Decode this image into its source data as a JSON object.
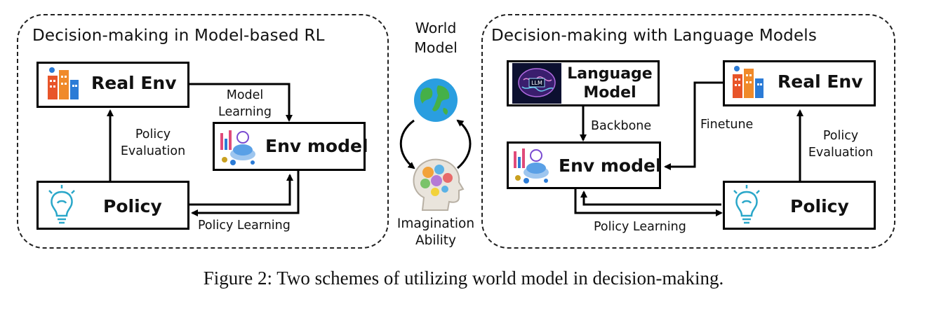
{
  "left_panel": {
    "title": "Decision-making in Model-based RL",
    "real_env": "Real Env",
    "env_model": "Env model",
    "policy": "Policy",
    "model_learning": [
      "Model",
      "Learning"
    ],
    "policy_evaluation": [
      "Policy",
      "Evaluation"
    ],
    "policy_learning": "Policy Learning"
  },
  "center": {
    "world_model": [
      "World",
      "Model"
    ],
    "imagination": [
      "Imagination",
      "Ability"
    ]
  },
  "right_panel": {
    "title": "Decision-making with Language Models",
    "language_model": [
      "Language",
      "Model"
    ],
    "llm_badge": "LLM",
    "real_env": "Real Env",
    "env_model": "Env model",
    "policy": "Policy",
    "backbone": "Backbone",
    "finetune": "Finetune",
    "policy_evaluation": [
      "Policy",
      "Evaluation"
    ],
    "policy_learning": "Policy Learning"
  },
  "caption": "Figure 2: Two schemes of utilizing world model in decision-making."
}
